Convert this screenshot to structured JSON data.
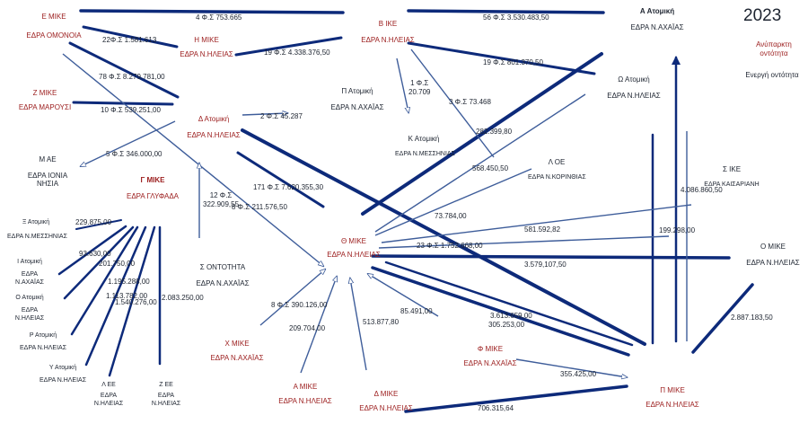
{
  "year": "2023",
  "legend": {
    "inactive": "Ανύπαρκτη οντότητα",
    "active": "Ενεργή οντότητα"
  },
  "colors": {
    "inactive_entity": "#9b1c1c",
    "active_entity": "#1d2430",
    "dark_arrow": "#0d2a7a",
    "light_arrow": "#3e5d9a"
  },
  "entities": {
    "e_mike": {
      "name": "Ε ΜΙΚΕ",
      "seat": "ΕΔΡΑ ΟΜΟΝΟΙΑ"
    },
    "h_mike": {
      "name": "Η ΜΙΚΕ",
      "seat": "ΕΔΡΑ Ν.ΗΛΕΙΑΣ"
    },
    "b_ike": {
      "name": "Β ΙΚΕ",
      "seat": "ΕΔΡΑ Ν.ΗΛΕΙΑΣ"
    },
    "a_atomiki": {
      "name": "Α Ατομική",
      "seat": "ΕΔΡΑ Ν.ΑΧΑΪΑΣ"
    },
    "z_mike": {
      "name": "Ζ ΜΙΚΕ",
      "seat": "ΕΔΡΑ ΜΑΡΟΥΣΙ"
    },
    "p_atomiki": {
      "name": "Π Ατομική",
      "seat": "ΕΔΡΑ Ν.ΑΧΑΪΑΣ"
    },
    "omega_atomiki": {
      "name": "Ω Ατομική",
      "seat": "ΕΔΡΑ Ν.ΗΛΕΙΑΣ"
    },
    "d_atomiki": {
      "name": "Δ Ατομική",
      "seat": "ΕΔΡΑ Ν.ΗΛΕΙΑΣ"
    },
    "k_atomiki": {
      "name": "Κ Ατομική",
      "seat": "ΕΔΡΑ Ν.ΜΕΣΣΗΝΙΑΣ"
    },
    "m_ae": {
      "name": "Μ ΑΕ",
      "seat": "ΕΔΡΑ ΙΟΝΙΑ ΝΗΣΙΑ"
    },
    "l_oe": {
      "name": "Λ ΟΕ",
      "seat": "ΕΔΡΑ Ν.ΚΟΡΙΝΘΙΑΣ"
    },
    "s_ike": {
      "name": "Σ ΙΚΕ",
      "seat": "ΕΔΡΑ ΚΑΙΣΑΡΙΑΝΗ"
    },
    "g_mike": {
      "name": "Γ ΜΙΚΕ",
      "seat": "ΕΔΡΑ ΓΛΥΦΑΔΑ"
    },
    "xi_atomiki": {
      "name": "Ξ Ατομική",
      "seat": "ΕΔΡΑ Ν.ΜΕΣΣΗΝΙΑΣ"
    },
    "i_atomiki": {
      "name": "Ι Ατομική",
      "seat": "ΕΔΡΑ Ν.ΑΧΑΪΑΣ"
    },
    "o_atomiki": {
      "name": "Ο Ατομική",
      "seat": "ΕΔΡΑ Ν.ΗΛΕΙΑΣ"
    },
    "r_atomiki": {
      "name": "Ρ Ατομική",
      "seat": "ΕΔΡΑ Ν.ΗΛΕΙΑΣ"
    },
    "y_atomiki": {
      "name": "Υ Ατομική",
      "seat": "ΕΔΡΑ Ν.ΗΛΕΙΑΣ"
    },
    "lambda_ee": {
      "name": "Λ ΕΕ",
      "seat": "ΕΔΡΑ Ν.ΗΛΕΙΑΣ"
    },
    "z_ee": {
      "name": "Ζ ΕΕ",
      "seat": "ΕΔΡΑ Ν.ΗΛΕΙΑΣ"
    },
    "sigma_ontotita": {
      "name": "Σ ΟΝΤΟΤΗΤΑ",
      "seat": "ΕΔΡΑ Ν.ΑΧΑΪΑΣ"
    },
    "theta_mike": {
      "name": "Θ ΜΙΚΕ",
      "seat": "ΕΔΡΑ Ν.ΗΛΕΙΑΣ"
    },
    "o_mike": {
      "name": "Ο ΜΙΚΕ",
      "seat": "ΕΔΡΑ Ν.ΗΛΕΙΑΣ"
    },
    "x_mike": {
      "name": "Χ ΜΙΚΕ",
      "seat": "ΕΔΡΑ Ν.ΑΧΑΪΑΣ"
    },
    "a_mike": {
      "name": "Α ΜΙΚΕ",
      "seat": "ΕΔΡΑ Ν.ΗΛΕΙΑΣ"
    },
    "phi_mike": {
      "name": "Φ ΜΙΚΕ",
      "seat": "ΕΔΡΑ Ν.ΑΧΑΪΑΣ"
    },
    "pi_mike": {
      "name": "Π ΜΙΚΕ",
      "seat": "ΕΔΡΑ Ν.ΗΛΕΙΑΣ"
    },
    "d_mike": {
      "name": "Δ ΜΙΚΕ",
      "seat": "ΕΔΡΑ Ν.ΗΛΕΙΑΣ"
    }
  },
  "amounts": {
    "a1": "4 Φ.Σ 753.665",
    "a2": "56 Φ.Σ 3.530.483,50",
    "a3": "22Φ.Σ 1.581.613",
    "a4": "19 Φ.Σ 4.338.376,50",
    "a5": "19 Φ.Σ 801.370,50",
    "a6": "78 Φ.Σ 8.279.781,00",
    "a7": "1 Φ.Σ\n20.709",
    "a8": "10 Φ.Σ 539.251,00",
    "a9": "3 Φ.Σ 73.468",
    "a10": "2 Φ.Σ 45.287",
    "a11": "282.399,80",
    "a12": "5 Φ.Σ 346.000,00",
    "a13": "568.450,50",
    "a14": "171 Φ.Σ 7.620.355,30",
    "a15": "12 Φ.Σ\n322.909,55",
    "a16": "8 Φ.Σ 211.576,50",
    "a17": "4.086.860,50",
    "a18": "73.784,00",
    "a19": "229.875,00",
    "a20": "581.592,82",
    "a21": "199.298,00",
    "a22": "23 Φ.Σ 1.752.668,00",
    "a23": "93.630,00",
    "a24": "201.750,00",
    "a25": "3.579,107,50",
    "a26": "1.195.288,00",
    "a27": "1.113.782,00",
    "a28": "1.540.276,00",
    "a29": "2.083.250,00",
    "a30": "8 Φ.Σ 390.126,00",
    "a31": "85.491,00",
    "a32": "3.613.659,00",
    "a33": "305.253,00",
    "a34": "2.887.183,50",
    "a35": "209.704,00",
    "a36": "513.877,80",
    "a37": "355.425,00",
    "a38": "706.315,64"
  }
}
